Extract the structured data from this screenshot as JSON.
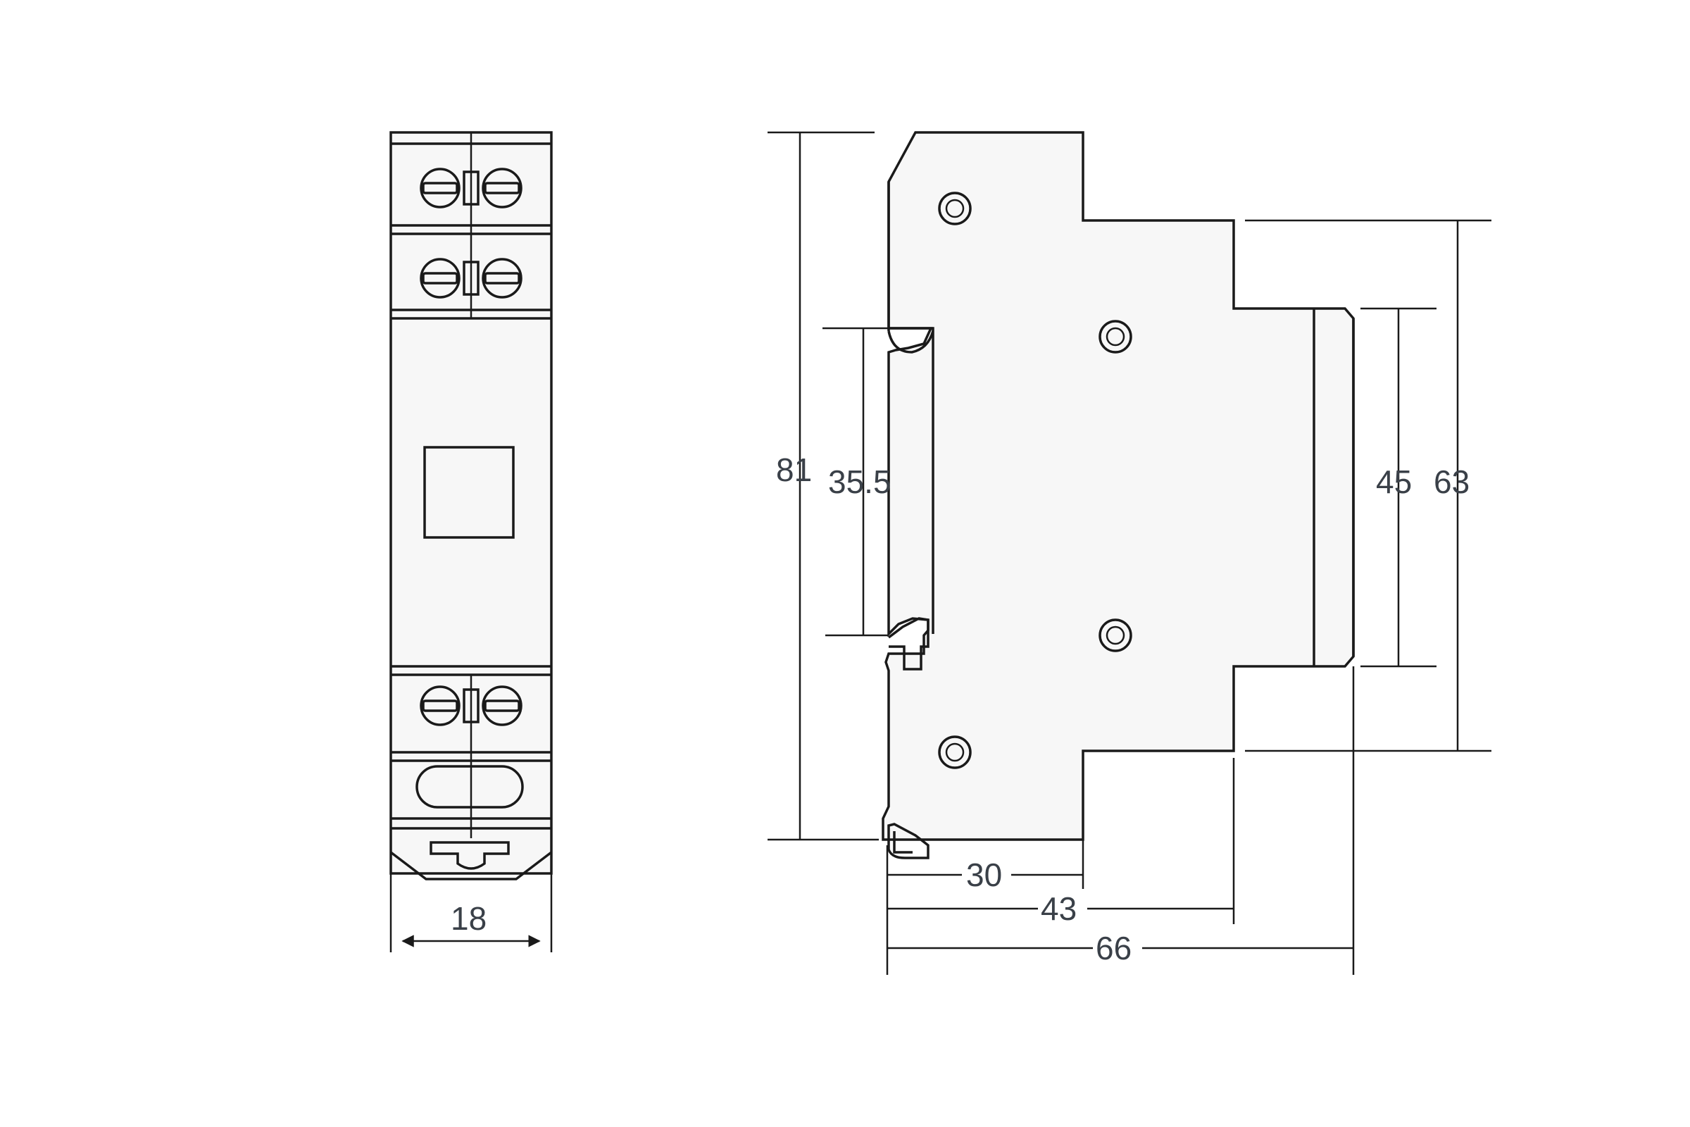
{
  "dimensions": {
    "front_width": "18",
    "overall_height": "81",
    "rail_height": "35.5",
    "inner_height": "45",
    "mid_height": "63",
    "depth_front": "30",
    "depth_mid": "43",
    "depth_total": "66"
  }
}
